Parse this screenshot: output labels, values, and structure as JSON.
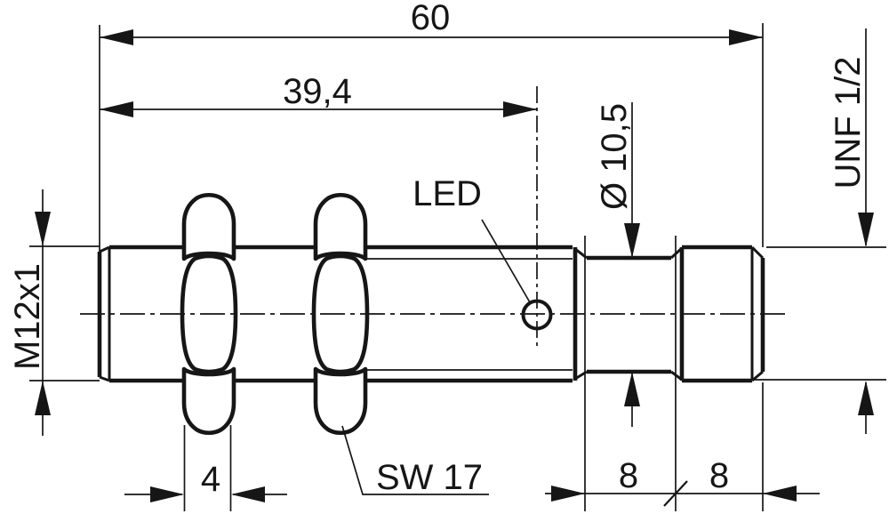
{
  "drawing": {
    "title": "inductive-sensor-dimension-drawing",
    "background_color": "#ffffff",
    "line_color": "#161616",
    "labels": {
      "overall_length": "60",
      "length_to_led_plane": "39,4",
      "neck_diameter": "Ø 10,5",
      "connector_thread": "UNF 1/2",
      "body_thread": "M12x1",
      "led": "LED",
      "wrench_size": "SW 17",
      "nut_thickness": "4",
      "neck_length": "8",
      "connector_length": "8"
    }
  }
}
